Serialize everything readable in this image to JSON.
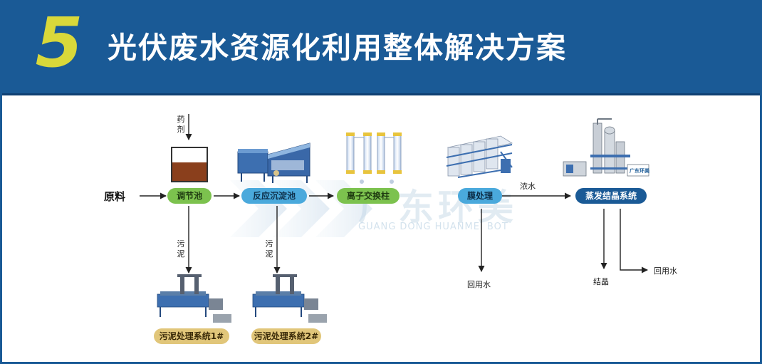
{
  "header": {
    "number": "5",
    "title": "光伏废水资源化利用整体解决方案"
  },
  "watermark": {
    "cn": "广东环美",
    "en": "GUANG DONG HUANMEI BOT"
  },
  "flow": {
    "input_label": "原料",
    "chemical_label": "药剂",
    "sludge_label": "污泥",
    "concentrate_label": "浓水",
    "recycled_water_label": "回用水",
    "crystal_label": "结晶",
    "stages": [
      {
        "label": "调节池",
        "color": "green"
      },
      {
        "label": "反应沉淀池",
        "color": "blue"
      },
      {
        "label": "离子交换柱",
        "color": "green"
      },
      {
        "label": "膜处理",
        "color": "blue"
      },
      {
        "label": "蒸发结晶系统",
        "color": "navy"
      }
    ],
    "sludge_systems": [
      {
        "label": "污泥处理系统1#"
      },
      {
        "label": "污泥处理系统2#"
      }
    ],
    "equipment_logo_text": "广东环美"
  },
  "colors": {
    "header_bg": "#1a5a96",
    "number": "#d9d83a",
    "green_pill": "#7cc24e",
    "blue_pill": "#4aa9dc",
    "navy_pill": "#1a5a96",
    "tan_pill": "#e1c67a"
  }
}
